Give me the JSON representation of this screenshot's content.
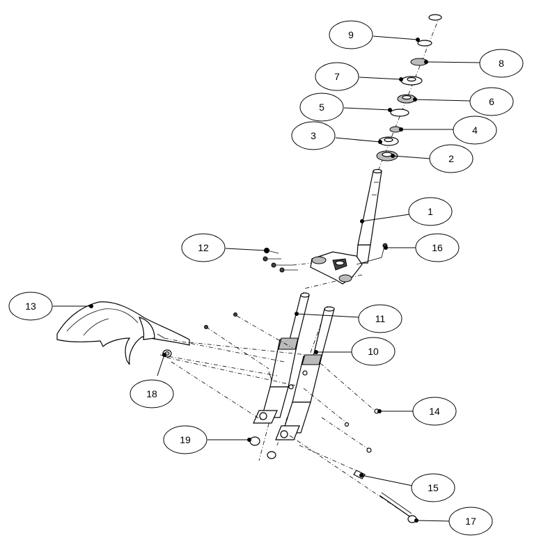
{
  "callouts": [
    {
      "label": "1"
    },
    {
      "label": "2"
    },
    {
      "label": "3"
    },
    {
      "label": "4"
    },
    {
      "label": "5"
    },
    {
      "label": "6"
    },
    {
      "label": "7"
    },
    {
      "label": "8"
    },
    {
      "label": "9"
    },
    {
      "label": "10"
    },
    {
      "label": "11"
    },
    {
      "label": "12"
    },
    {
      "label": "13"
    },
    {
      "label": "14"
    },
    {
      "label": "15"
    },
    {
      "label": "16"
    },
    {
      "label": "17"
    },
    {
      "label": "18"
    },
    {
      "label": "19"
    }
  ]
}
